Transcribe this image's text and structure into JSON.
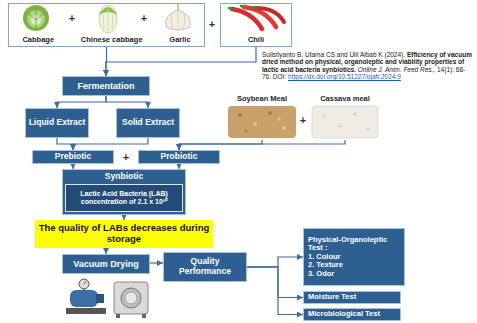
{
  "diagram": {
    "nodes": [
      {
        "text": [
          "Cabbage",
          "Chinese cabbage",
          "Garlic"
        ]
      },
      {
        "text": [
          "Chili"
        ]
      },
      {
        "text": [
          "Fermentation"
        ]
      },
      {
        "text": [
          "Liquid Extract"
        ]
      },
      {
        "text": [
          "Solid Extract"
        ]
      },
      {
        "text": [
          "Soybean Meal"
        ]
      },
      {
        "text": [
          "Cassava meal"
        ]
      },
      {
        "text": [
          "Prebiotic"
        ]
      },
      {
        "text": [
          "Probiotic"
        ]
      },
      {
        "text": [
          "Synbiotic"
        ]
      },
      {
        "text": [
          "Lactic Acid Bacteria (LAB) concentration of 2.1 x 10¹⁰"
        ],
        "in": 9
      },
      {
        "text": [
          "The quality of LABs decreases during storage"
        ]
      },
      {
        "text": [
          "Vacuum Drying"
        ]
      },
      {
        "text": [
          "Quality Performance"
        ]
      },
      {
        "text": [
          "Physical-Organoleptic Test :",
          "1. Colour",
          "2. Texture",
          "3. Odor"
        ]
      },
      {
        "text": [
          "Moisture Test"
        ]
      },
      {
        "text": [
          "Microbiological Test"
        ]
      }
    ],
    "edges": [
      {
        "from": 0,
        "to": 2,
        "arrow": "to"
      },
      {
        "from": 1,
        "to": 2,
        "arrow": "to"
      },
      {
        "from": 2,
        "to": 3,
        "arrow": "to"
      },
      {
        "from": 2,
        "to": 4,
        "arrow": "to"
      },
      {
        "from": 3,
        "to": 7,
        "arrow": "to"
      },
      {
        "from": 4,
        "to": 7,
        "arrow": "to"
      },
      {
        "from": 5,
        "to": 8,
        "arrow": "to"
      },
      {
        "from": 6,
        "to": 8,
        "arrow": "to"
      },
      {
        "from": 7,
        "to": 9,
        "arrow": "to"
      },
      {
        "from": 8,
        "to": 9,
        "arrow": "to"
      },
      {
        "from": 9,
        "to": 11,
        "arrow": "to"
      },
      {
        "from": 11,
        "to": 12,
        "arrow": "to"
      },
      {
        "from": 12,
        "to": 13,
        "arrow": "to"
      },
      {
        "from": 13,
        "to": 14,
        "arrow": "to"
      },
      {
        "from": 13,
        "to": 15,
        "arrow": "to"
      },
      {
        "from": 13,
        "to": 16,
        "arrow": "to"
      }
    ],
    "labels": [
      "+",
      "+",
      "+",
      "+",
      "+",
      "Sulistiyanto B, Utama CS and Ulil Albab K (2024).",
      "Efficiency of vacuum dried method on physical, organoleptic and viability properties of lactic acid bacteria synbiotics.",
      "Online J. Anim. Feed Res.,",
      "14(1): 68-76.",
      "DOI:",
      "https://dx.doi.org/10.51227/ojafr.2024.9"
    ]
  }
}
